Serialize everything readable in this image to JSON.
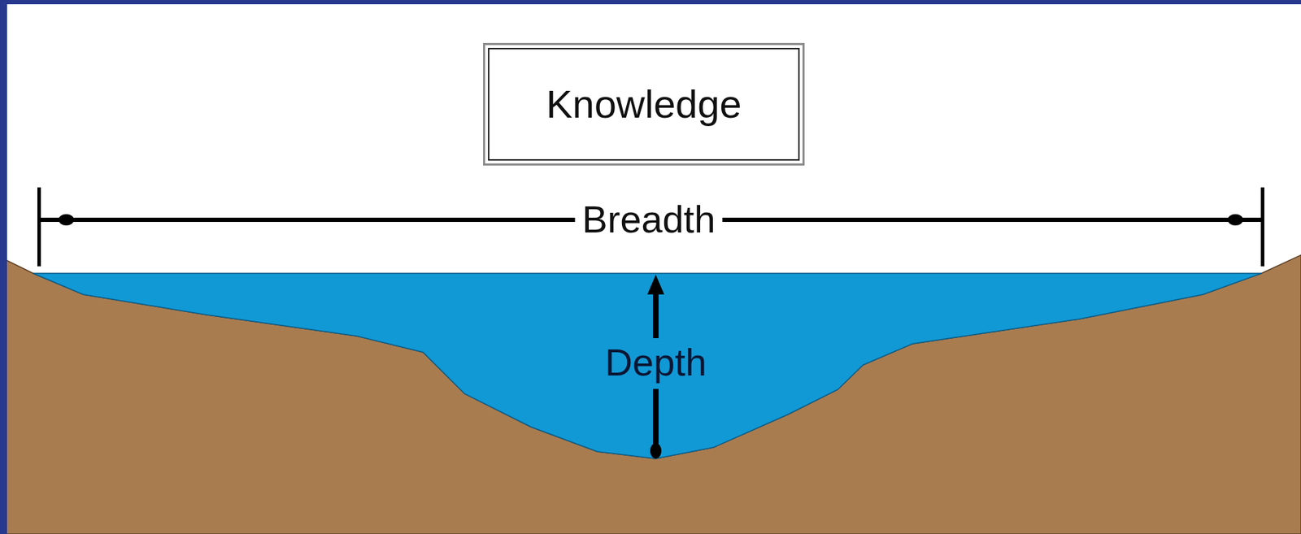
{
  "diagram": {
    "nodes": [
      {
        "text": [
          "Knowledge"
        ]
      }
    ],
    "labels": [
      "Breadth",
      "Depth"
    ]
  }
}
